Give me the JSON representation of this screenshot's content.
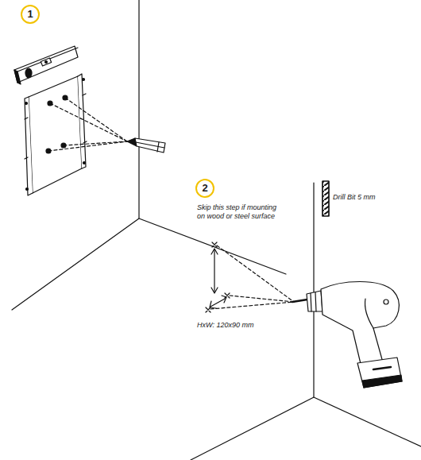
{
  "diagram": {
    "labels": [
      "1",
      "2",
      "Skip this step if mounting on wood or steel surface",
      "HxW: 120x90 mm",
      "Drill Bit 5 mm"
    ]
  }
}
